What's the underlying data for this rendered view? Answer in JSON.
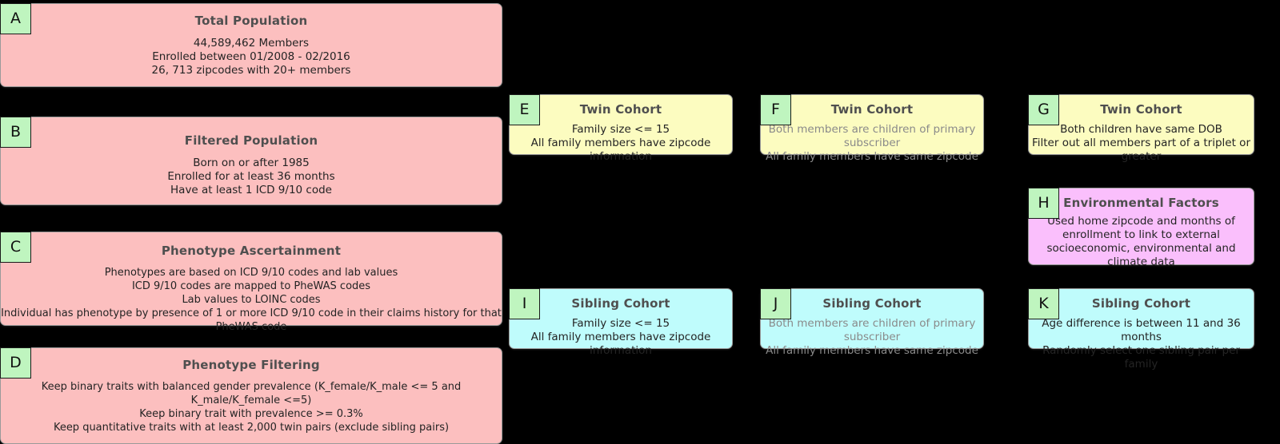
{
  "diagram": {
    "background_color": "#000000",
    "badge_color": "#BFF5BF",
    "panels": [
      {
        "id": "A",
        "color": "#FCBFBF",
        "title": "Total Population",
        "body": "44,589,462 Members\nEnrolled between 01/2008 - 02/2016\n26, 713 zipcodes with 20+ members"
      },
      {
        "id": "B",
        "color": "#FCBFBF",
        "title": "Filtered Population",
        "body": "Born on or after 1985\nEnrolled for at least 36 months\nHave at least 1 ICD 9/10 code"
      },
      {
        "id": "C",
        "color": "#FCBFBF",
        "title": "Phenotype Ascertainment",
        "body": "Phenotypes are based on ICD 9/10 codes and lab values\nICD 9/10 codes are mapped to PheWAS codes\nLab values to LOINC codes\nIndividual has phenotype by presence of 1 or more ICD 9/10 code in their claims history for that PheWAS code"
      },
      {
        "id": "D",
        "color": "#FCBFBF",
        "title": "Phenotype Filtering",
        "body": "Keep binary traits with balanced gender prevalence (K_female/K_male <= 5 and K_male/K_female <=5)\nKeep binary trait with prevalence >= 0.3%\nKeep quantitative traits with at least 2,000 twin pairs (exclude sibling pairs)"
      },
      {
        "id": "E",
        "color": "#FCFCC0",
        "title": "Twin Cohort",
        "body": "Family size <= 15\nAll family members have zipcode information"
      },
      {
        "id": "F",
        "color": "#FCFCC0",
        "title": "Twin Cohort",
        "body": "Both members are children of primary subscriber\nAll family members have same zipcode"
      },
      {
        "id": "G",
        "color": "#FCFCC0",
        "title": "Twin Cohort",
        "body": "Both children have same DOB\nFilter out all members part of a triplet or greater"
      },
      {
        "id": "H",
        "color": "#FABFFC",
        "title": "Environmental Factors",
        "body": "Used home zipcode and months of enrollment to link to external socioeconomic, environmental and climate data"
      },
      {
        "id": "I",
        "color": "#BFFCFC",
        "title": "Sibling Cohort",
        "body": "Family size <= 15\nAll family members have zipcode information"
      },
      {
        "id": "J",
        "color": "#BFFCFC",
        "title": "Sibling Cohort",
        "body": "Both members are children of primary subscriber\nAll family members have same zipcode"
      },
      {
        "id": "K",
        "color": "#BFFCFC",
        "title": "Sibling Cohort",
        "body": "Age difference is between 11 and 36 months\nRandomly select one sibling pair per family"
      }
    ]
  }
}
